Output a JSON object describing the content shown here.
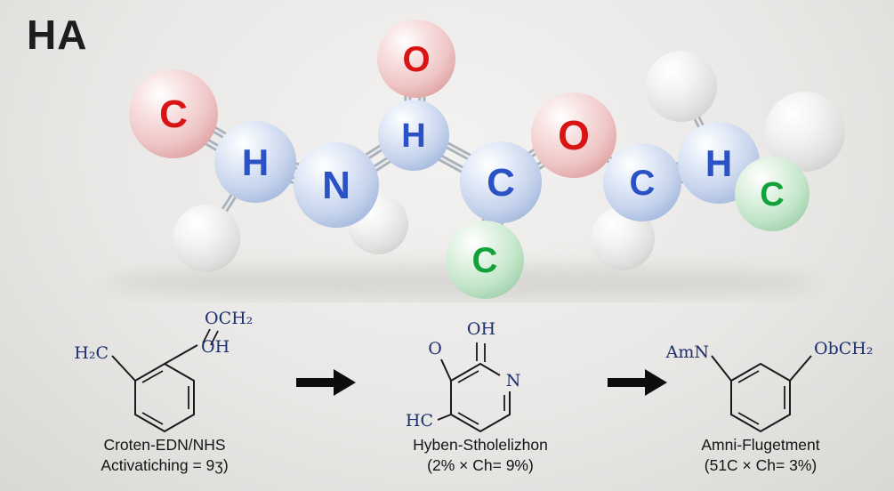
{
  "page": {
    "title": "HA"
  },
  "colors": {
    "red": "#d81414",
    "blue": "#2a52c4",
    "green": "#12a23c",
    "navy": "#1c2f6e"
  },
  "molecule": {
    "atoms": [
      {
        "label": "C",
        "element_color": "red",
        "sphere": "pink"
      },
      {
        "label": "H",
        "element_color": "blue",
        "sphere": "blue"
      },
      {
        "label": "N",
        "element_color": "blue",
        "sphere": "blue"
      },
      {
        "label": "O",
        "element_color": "red",
        "sphere": "pink"
      },
      {
        "label": "H",
        "element_color": "blue",
        "sphere": "blue"
      },
      {
        "label": "C",
        "element_color": "blue",
        "sphere": "blue"
      },
      {
        "label": "C",
        "element_color": "green",
        "sphere": "green"
      },
      {
        "label": "O",
        "element_color": "red",
        "sphere": "pink"
      },
      {
        "label": "C",
        "element_color": "blue",
        "sphere": "blue"
      },
      {
        "label": "H",
        "element_color": "blue",
        "sphere": "blue"
      },
      {
        "label": "C",
        "element_color": "green",
        "sphere": "green"
      }
    ]
  },
  "reaction": {
    "steps": [
      {
        "labels": {
          "left": "H₂C",
          "top": "OCH₂",
          "right": "OH"
        },
        "caption_line1": "Croten-EDN/NHS",
        "caption_line2": "Activatiching = 9ʒ)"
      },
      {
        "labels": {
          "top": "OH",
          "upper_left": "O",
          "n": "N",
          "lower_left": "HC"
        },
        "caption_line1": "Hyben-Stholelizhon",
        "caption_line2": "(2% × Ch= 9%)"
      },
      {
        "labels": {
          "left": "AmN",
          "right": "ObCH₂"
        },
        "caption_line1": "Amni-Flugetment",
        "caption_line2": "(51C × Ch= 3%)"
      }
    ]
  }
}
